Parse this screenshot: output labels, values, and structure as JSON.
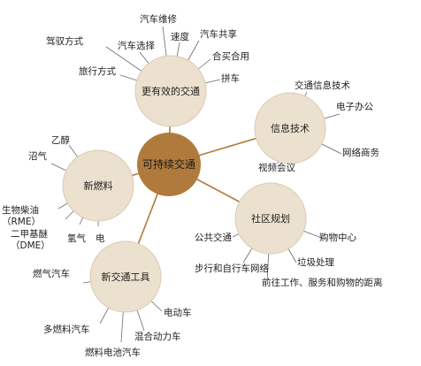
{
  "center": {
    "label": "可持续交通",
    "color": "#b07a3c"
  },
  "colors": {
    "hub": "#ece1cf",
    "hub_stroke": "#d9cbb4",
    "spoke": "#b07a3c",
    "leaf_line": "#6b6b6b"
  },
  "hubs": [
    {
      "id": "efficient",
      "label": "更有效的交通",
      "leaves": [
        "驾驭方式",
        "汽车选择",
        "汽车维修",
        "速度",
        "汽车共享",
        "合买合用",
        "拼车",
        "旅行方式"
      ]
    },
    {
      "id": "info",
      "label": "信息技术",
      "leaves": [
        "交通信息技术",
        "电子办公",
        "网络商务",
        "视频会议"
      ]
    },
    {
      "id": "community",
      "label": "社区规划",
      "leaves": [
        "公共交通",
        "购物中心",
        "垃圾处理",
        "步行和自行车网络",
        "前往工作、服务和购物的距离"
      ]
    },
    {
      "id": "tools",
      "label": "新交通工具",
      "leaves": [
        "燃气汽车",
        "多燃料汽车",
        "燃料电池汽车",
        "混合动力车",
        "电动车"
      ]
    },
    {
      "id": "fuel",
      "label": "新燃料",
      "leaves": [
        "乙醇",
        "沼气",
        "生物柴油\n（RME）",
        "二甲基醚\n（DME）",
        "氢气",
        "电"
      ]
    }
  ]
}
